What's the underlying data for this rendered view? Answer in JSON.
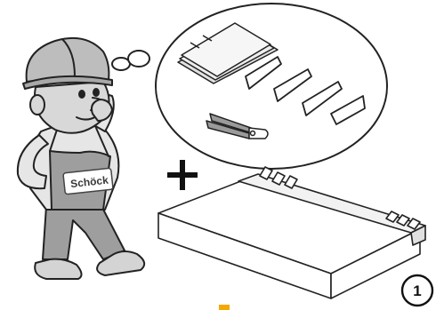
{
  "figure": {
    "apron_label": "Schöck",
    "step_number": "1",
    "plus_sign": "+"
  },
  "icons": {
    "worker": "construction-worker-illustration",
    "thought_bubble": "thought-bubble",
    "manual": "installation-manual-icon",
    "spacers": "spacer-strips",
    "pliers": "pliers-icon",
    "element": "isokorb-element"
  },
  "colors": {
    "line": "#222222",
    "helmet": "#bdbdbd",
    "overalls": "#9e9e9e",
    "skin": "#d8d8d8",
    "accent": "#f5a800"
  }
}
